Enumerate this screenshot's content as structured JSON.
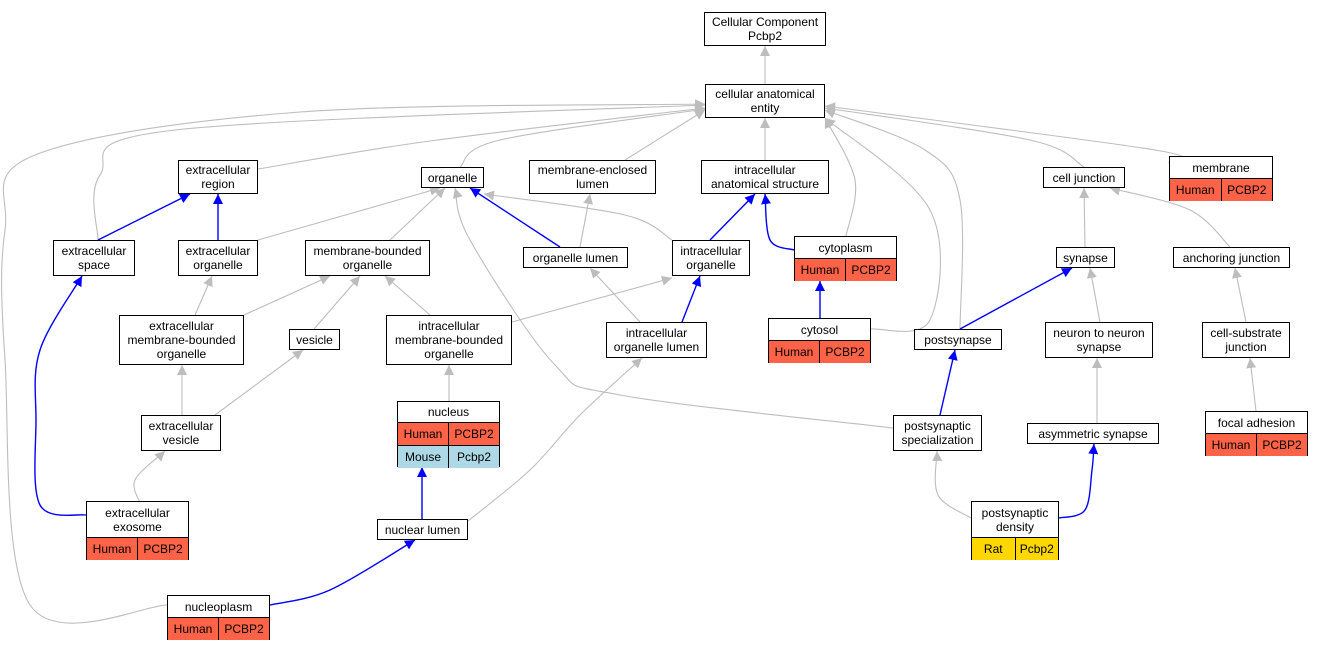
{
  "colors": {
    "human": "#ff6347",
    "mouse": "#add8e6",
    "rat": "#ffd700",
    "is_a": "#bdbdbd",
    "part_of": "#0000ff"
  },
  "nodes": [
    {
      "id": "root",
      "label": "Cellular Component\nPcbp2"
    },
    {
      "id": "cae",
      "label": "cellular anatomical\nentity"
    },
    {
      "id": "extracellular-region",
      "label": "extracellular\nregion"
    },
    {
      "id": "organelle",
      "label": "organelle"
    },
    {
      "id": "membrane-enclosed-lumen",
      "label": "membrane-enclosed\nlumen"
    },
    {
      "id": "intracellular-anatomical-structure",
      "label": "intracellular\nanatomical structure"
    },
    {
      "id": "cell-junction",
      "label": "cell junction"
    },
    {
      "id": "membrane",
      "label": "membrane",
      "annotations": [
        {
          "species": "Human",
          "gene": "PCBP2",
          "color": "human"
        }
      ]
    },
    {
      "id": "extracellular-space",
      "label": "extracellular\nspace"
    },
    {
      "id": "extracellular-organelle",
      "label": "extracellular\norganelle"
    },
    {
      "id": "membrane-bounded-organelle",
      "label": "membrane-bounded\norganelle"
    },
    {
      "id": "organelle-lumen",
      "label": "organelle lumen"
    },
    {
      "id": "intracellular-organelle",
      "label": "intracellular\norganelle"
    },
    {
      "id": "cytoplasm",
      "label": "cytoplasm",
      "annotations": [
        {
          "species": "Human",
          "gene": "PCBP2",
          "color": "human"
        }
      ]
    },
    {
      "id": "synapse",
      "label": "synapse"
    },
    {
      "id": "anchoring-junction",
      "label": "anchoring junction"
    },
    {
      "id": "extracellular-membrane-bounded-organelle",
      "label": "extracellular\nmembrane-bounded\norganelle"
    },
    {
      "id": "vesicle",
      "label": "vesicle"
    },
    {
      "id": "intracellular-membrane-bounded-organelle",
      "label": "intracellular\nmembrane-bounded\norganelle"
    },
    {
      "id": "intracellular-organelle-lumen",
      "label": "intracellular\norganelle lumen"
    },
    {
      "id": "cytosol",
      "label": "cytosol",
      "annotations": [
        {
          "species": "Human",
          "gene": "PCBP2",
          "color": "human"
        }
      ]
    },
    {
      "id": "postsynapse",
      "label": "postsynapse"
    },
    {
      "id": "neuron-to-neuron-synapse",
      "label": "neuron to neuron\nsynapse"
    },
    {
      "id": "cell-substrate-junction",
      "label": "cell-substrate\njunction"
    },
    {
      "id": "extracellular-vesicle",
      "label": "extracellular\nvesicle"
    },
    {
      "id": "nucleus",
      "label": "nucleus",
      "annotations": [
        {
          "species": "Human",
          "gene": "PCBP2",
          "color": "human"
        },
        {
          "species": "Mouse",
          "gene": "Pcbp2",
          "color": "mouse"
        }
      ]
    },
    {
      "id": "postsynaptic-specialization",
      "label": "postsynaptic\nspecialization"
    },
    {
      "id": "asymmetric-synapse",
      "label": "asymmetric synapse"
    },
    {
      "id": "focal-adhesion",
      "label": "focal adhesion",
      "annotations": [
        {
          "species": "Human",
          "gene": "PCBP2",
          "color": "human"
        }
      ]
    },
    {
      "id": "extracellular-exosome",
      "label": "extracellular\nexosome",
      "annotations": [
        {
          "species": "Human",
          "gene": "PCBP2",
          "color": "human"
        }
      ]
    },
    {
      "id": "nuclear-lumen",
      "label": "nuclear lumen"
    },
    {
      "id": "postsynaptic-density",
      "label": "postsynaptic\ndensity",
      "annotations": [
        {
          "species": "Rat",
          "gene": "Pcbp2",
          "color": "rat"
        }
      ]
    },
    {
      "id": "nucleoplasm",
      "label": "nucleoplasm",
      "annotations": [
        {
          "species": "Human",
          "gene": "PCBP2",
          "color": "human"
        }
      ]
    }
  ],
  "edges": [
    {
      "from": "cae",
      "to": "root",
      "type": "is_a"
    },
    {
      "from": "extracellular-region",
      "to": "cae",
      "type": "is_a"
    },
    {
      "from": "organelle",
      "to": "cae",
      "type": "is_a"
    },
    {
      "from": "membrane-enclosed-lumen",
      "to": "cae",
      "type": "is_a"
    },
    {
      "from": "intracellular-anatomical-structure",
      "to": "cae",
      "type": "is_a"
    },
    {
      "from": "cell-junction",
      "to": "cae",
      "type": "is_a"
    },
    {
      "from": "membrane",
      "to": "cae",
      "type": "is_a"
    },
    {
      "from": "extracellular-space",
      "to": "cae",
      "type": "is_a"
    },
    {
      "from": "nucleoplasm",
      "to": "cae",
      "type": "is_a"
    },
    {
      "from": "cytoplasm",
      "to": "cae",
      "type": "is_a"
    },
    {
      "from": "cytosol",
      "to": "cae",
      "type": "is_a"
    },
    {
      "from": "postsynapse",
      "to": "cae",
      "type": "is_a"
    },
    {
      "from": "extracellular-space",
      "to": "extracellular-region",
      "type": "part_of"
    },
    {
      "from": "extracellular-organelle",
      "to": "extracellular-region",
      "type": "part_of"
    },
    {
      "from": "extracellular-organelle",
      "to": "organelle",
      "type": "is_a"
    },
    {
      "from": "membrane-bounded-organelle",
      "to": "organelle",
      "type": "is_a"
    },
    {
      "from": "organelle-lumen",
      "to": "organelle",
      "type": "part_of"
    },
    {
      "from": "organelle-lumen",
      "to": "membrane-enclosed-lumen",
      "type": "is_a"
    },
    {
      "from": "intracellular-organelle",
      "to": "organelle",
      "type": "is_a"
    },
    {
      "from": "intracellular-organelle",
      "to": "intracellular-anatomical-structure",
      "type": "part_of"
    },
    {
      "from": "cytoplasm",
      "to": "intracellular-anatomical-structure",
      "type": "part_of"
    },
    {
      "from": "postsynaptic-specialization",
      "to": "organelle",
      "type": "is_a"
    },
    {
      "from": "synapse",
      "to": "cell-junction",
      "type": "is_a"
    },
    {
      "from": "anchoring-junction",
      "to": "cell-junction",
      "type": "is_a"
    },
    {
      "from": "extracellular-membrane-bounded-organelle",
      "to": "extracellular-organelle",
      "type": "is_a"
    },
    {
      "from": "extracellular-membrane-bounded-organelle",
      "to": "membrane-bounded-organelle",
      "type": "is_a"
    },
    {
      "from": "vesicle",
      "to": "membrane-bounded-organelle",
      "type": "is_a"
    },
    {
      "from": "intracellular-membrane-bounded-organelle",
      "to": "membrane-bounded-organelle",
      "type": "is_a"
    },
    {
      "from": "intracellular-membrane-bounded-organelle",
      "to": "intracellular-organelle",
      "type": "is_a"
    },
    {
      "from": "intracellular-organelle-lumen",
      "to": "organelle-lumen",
      "type": "is_a"
    },
    {
      "from": "intracellular-organelle-lumen",
      "to": "intracellular-organelle",
      "type": "part_of"
    },
    {
      "from": "cytosol",
      "to": "cytoplasm",
      "type": "part_of"
    },
    {
      "from": "postsynapse",
      "to": "synapse",
      "type": "part_of"
    },
    {
      "from": "neuron-to-neuron-synapse",
      "to": "synapse",
      "type": "is_a"
    },
    {
      "from": "cell-substrate-junction",
      "to": "anchoring-junction",
      "type": "is_a"
    },
    {
      "from": "extracellular-vesicle",
      "to": "extracellular-membrane-bounded-organelle",
      "type": "is_a"
    },
    {
      "from": "extracellular-vesicle",
      "to": "vesicle",
      "type": "is_a"
    },
    {
      "from": "nucleus",
      "to": "intracellular-membrane-bounded-organelle",
      "type": "is_a"
    },
    {
      "from": "nuclear-lumen",
      "to": "intracellular-organelle-lumen",
      "type": "is_a"
    },
    {
      "from": "nuclear-lumen",
      "to": "nucleus",
      "type": "part_of"
    },
    {
      "from": "postsynaptic-specialization",
      "to": "postsynapse",
      "type": "part_of"
    },
    {
      "from": "asymmetric-synapse",
      "to": "neuron-to-neuron-synapse",
      "type": "is_a"
    },
    {
      "from": "focal-adhesion",
      "to": "cell-substrate-junction",
      "type": "is_a"
    },
    {
      "from": "extracellular-exosome",
      "to": "extracellular-vesicle",
      "type": "is_a"
    },
    {
      "from": "extracellular-exosome",
      "to": "extracellular-space",
      "type": "part_of"
    },
    {
      "from": "postsynaptic-density",
      "to": "postsynaptic-specialization",
      "type": "is_a"
    },
    {
      "from": "postsynaptic-density",
      "to": "asymmetric-synapse",
      "type": "part_of"
    },
    {
      "from": "nucleoplasm",
      "to": "nuclear-lumen",
      "type": "part_of"
    }
  ]
}
